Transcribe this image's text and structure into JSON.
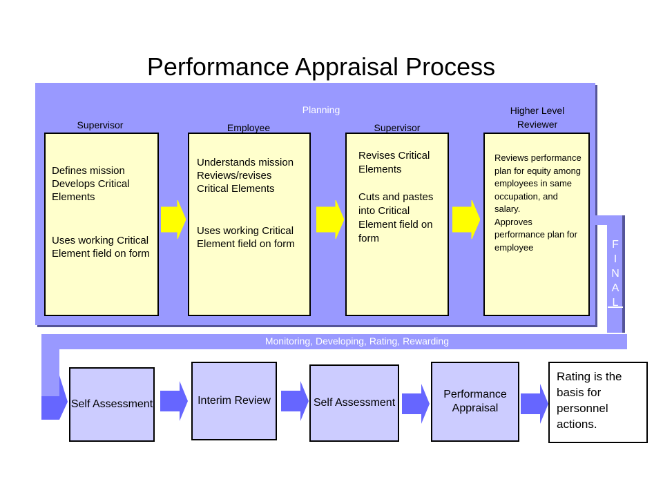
{
  "title": "Performance Appraisal Process",
  "planning": {
    "label": "Planning",
    "columns": [
      {
        "role": "Supervisor",
        "paragraphs": [
          "Defines mission Develops Critical Elements",
          "Uses working Critical Element field on form"
        ]
      },
      {
        "role": "Employee",
        "paragraphs": [
          "Understands mission Reviews/revises Critical Elements",
          "Uses working Critical Element field on form"
        ]
      },
      {
        "role": "Supervisor",
        "paragraphs": [
          "Revises Critical Elements",
          "Cuts and pastes into Critical Element field on form"
        ]
      },
      {
        "role": "Higher Level Reviewer",
        "paragraphs": [
          "Reviews performance plan for equity among employees in same occupation, and salary.",
          "Approves performance plan for employee"
        ]
      }
    ]
  },
  "final_label": "FINAL",
  "monitoring_label": "Monitoring, Developing, Rating, Rewarding",
  "steps": [
    "Self Assessment",
    "Interim Review",
    "Self Assessment",
    "Performance Appraisal"
  ],
  "final_step": "Rating is the basis for personnel actions.",
  "colors": {
    "panel": "#9999ff",
    "box": "#ffffcc",
    "arrow_yellow": "#ffff00",
    "arrow_blue": "#6666ff",
    "step": "#ccccff"
  }
}
